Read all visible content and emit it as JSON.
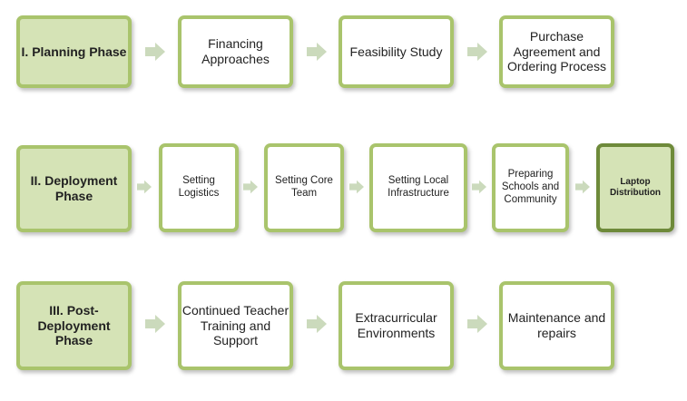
{
  "rows": [
    {
      "phase": "I. Planning Phase",
      "steps": [
        "Financing Approaches",
        "Feasibility Study",
        "Purchase Agreement and Ordering Process"
      ]
    },
    {
      "phase": "II. Deployment Phase",
      "steps": [
        "Setting Logistics",
        "Setting Core Team",
        "Setting Local Infrastructure",
        "Preparing Schools and Community",
        "Laptop Distribution"
      ]
    },
    {
      "phase": "III. Post-Deployment Phase",
      "steps": [
        "Continued Teacher Training and Support",
        "Extracurricular Environments",
        "Maintenance and repairs"
      ]
    }
  ],
  "colors": {
    "border": "#a9c46c",
    "phase_fill": "#d5e3b6",
    "highlight_border": "#6e8a3a",
    "arrow": "#cbdabc"
  }
}
